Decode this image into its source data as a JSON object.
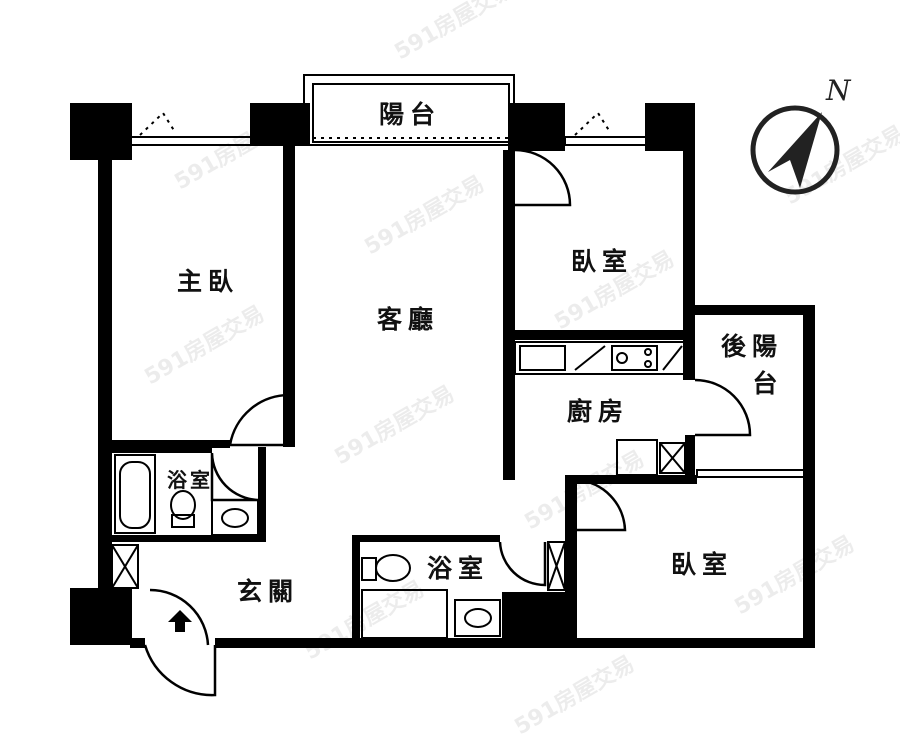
{
  "rooms": {
    "balcony": "陽台",
    "master_bedroom": "主臥",
    "living_room": "客廳",
    "bedroom_1": "臥室",
    "rear_balcony_line1": "後陽",
    "rear_balcony_line2": "台",
    "kitchen": "廚房",
    "bathroom_1": "浴室",
    "bathroom_2": "浴室",
    "entrance": "玄關",
    "bedroom_2": "臥室"
  },
  "compass": {
    "label": "N"
  },
  "watermark": "591房屋交易",
  "colors": {
    "wall": "#000000",
    "background": "#ffffff"
  }
}
